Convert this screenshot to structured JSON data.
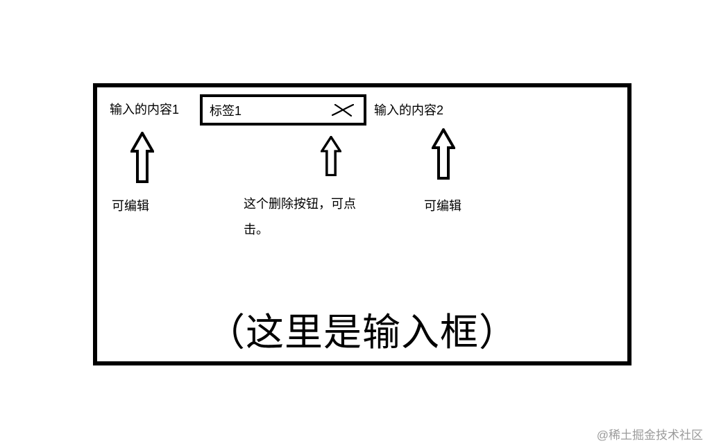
{
  "colors": {
    "background": "#ffffff",
    "ink": "#000000",
    "watermark": "#9b9b9b"
  },
  "icons": {
    "tag_delete": "x-cross",
    "pointer": "up-arrow"
  },
  "diagram": {
    "input_box": {
      "content1": "输入的内容1",
      "content2": "输入的内容2",
      "tag": {
        "label": "标签1"
      },
      "center_caption": "（这里是输入框）"
    },
    "annotations": {
      "editable_left": "可编辑",
      "delete_note": "这个删除按钮，可点击。",
      "editable_right": "可编辑"
    }
  },
  "watermark": "@稀土掘金技术社区"
}
